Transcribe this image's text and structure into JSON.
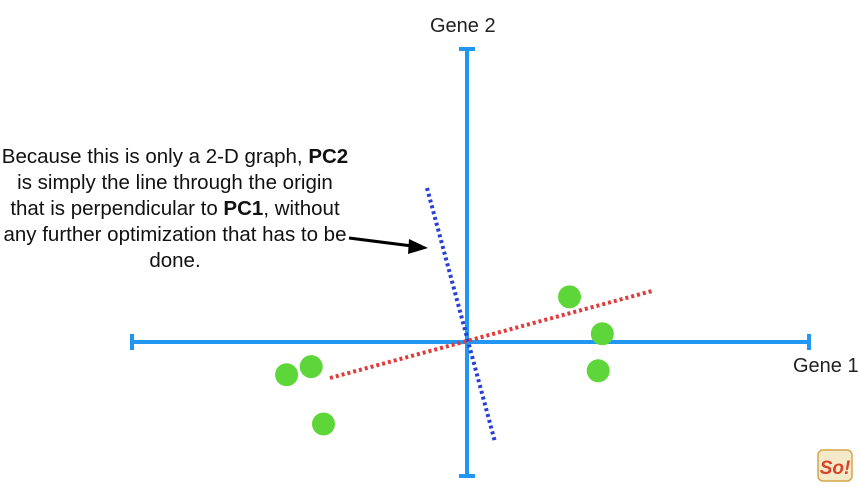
{
  "axes": {
    "y_label": "Gene 2",
    "x_label": "Gene 1"
  },
  "annotation": {
    "part1": "Because this is only a 2-D graph, ",
    "pc2": "PC2",
    "part2": " is simply the line through the origin that is perpendicular to ",
    "pc1": "PC1",
    "part3": ", without any further optimization that has to be done."
  },
  "lines": {
    "pc1": {
      "name": "PC1",
      "color": "#e03a3a",
      "style": "dotted"
    },
    "pc2": {
      "name": "PC2",
      "color": "#2a3fd6",
      "style": "dotted"
    }
  },
  "points": {
    "color": "#5cd639",
    "values": [
      {
        "x": 3.2,
        "y": -0.7
      },
      {
        "x": 3.3,
        "y": 0.2
      },
      {
        "x": -4.4,
        "y": -0.8
      },
      {
        "x": -3.8,
        "y": -0.6
      },
      {
        "x": 2.5,
        "y": 1.1
      },
      {
        "x": -3.5,
        "y": -2.0
      }
    ]
  },
  "colors": {
    "axis": "#2196f3",
    "arrow": "#000000"
  },
  "logo": {
    "text": "So!",
    "icon": "statquest-logo-icon"
  }
}
